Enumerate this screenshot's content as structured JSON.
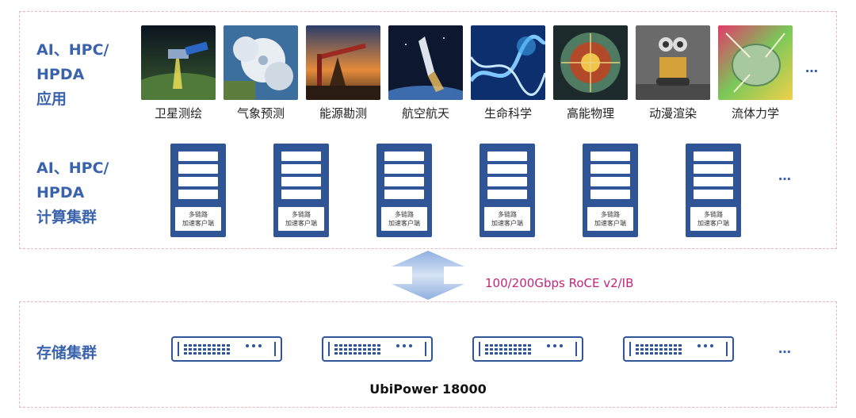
{
  "apps_section": {
    "label": "AI、HPC/\nHPDA\n应用",
    "items": [
      {
        "caption": "卫星测绘",
        "image": "satellite-image"
      },
      {
        "caption": "气象预测",
        "image": "weather-image"
      },
      {
        "caption": "能源勘测",
        "image": "oil-pump-image"
      },
      {
        "caption": "航空航天",
        "image": "rocket-image"
      },
      {
        "caption": "生命科学",
        "image": "dna-image"
      },
      {
        "caption": "高能物理",
        "image": "physics-image"
      },
      {
        "caption": "动漫渲染",
        "image": "robot-render-image"
      },
      {
        "caption": "流体力学",
        "image": "fluid-image"
      }
    ],
    "ellipsis": "…"
  },
  "compute_section": {
    "label": "AI、HPC/\nHPDA\n计算集群",
    "servers": [
      {
        "badge_line1": "多链路",
        "badge_line2": "加速客户端"
      },
      {
        "badge_line1": "多链路",
        "badge_line2": "加速客户端"
      },
      {
        "badge_line1": "多链路",
        "badge_line2": "加速客户端"
      },
      {
        "badge_line1": "多链路",
        "badge_line2": "加速客户端"
      },
      {
        "badge_line1": "多链路",
        "badge_line2": "加速客户端"
      },
      {
        "badge_line1": "多链路",
        "badge_line2": "加速客户端"
      }
    ],
    "ellipsis": "…"
  },
  "network": {
    "protocol": "100/200Gbps RoCE v2/IB"
  },
  "storage_section": {
    "label": "存储集群",
    "node_count": 4,
    "ellipsis": "…",
    "product": "UbiPower 18000"
  },
  "colors": {
    "accent_blue": "#3b63ad",
    "server_blue": "#2f5597",
    "protocol_magenta": "#c0267c",
    "panel_border": "#f0b4bf"
  }
}
